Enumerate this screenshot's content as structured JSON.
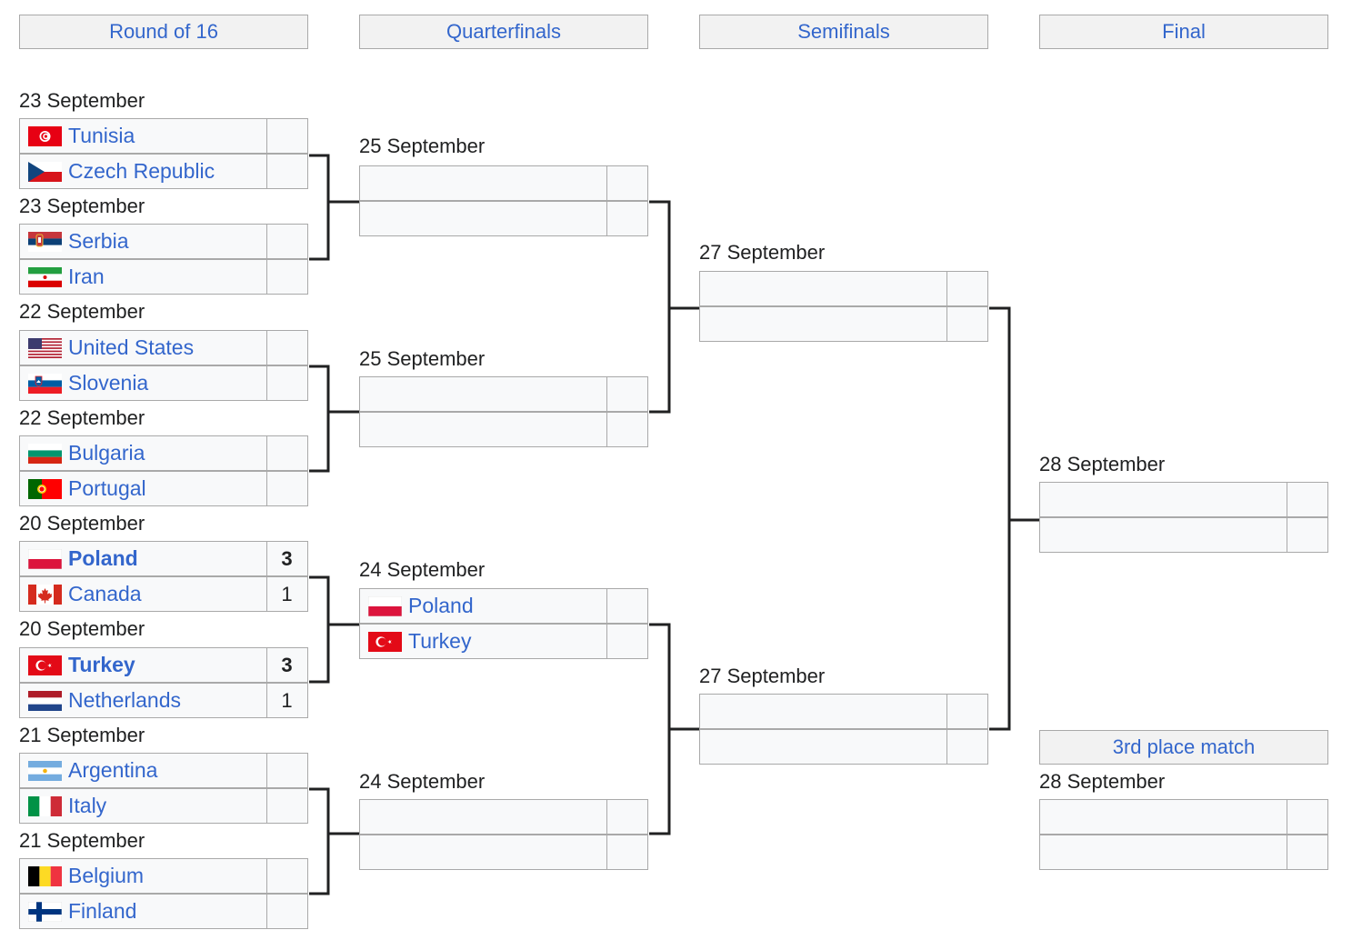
{
  "rounds": [
    "Round of 16",
    "Quarterfinals",
    "Semifinals",
    "Final"
  ],
  "third_place_label": "3rd place match",
  "round_of_16": [
    {
      "date": "23 September",
      "teams": [
        {
          "name": "Tunisia",
          "flag": "tunisia-flag-icon",
          "score": ""
        },
        {
          "name": "Czech Republic",
          "flag": "czech-flag-icon",
          "score": ""
        }
      ]
    },
    {
      "date": "23 September",
      "teams": [
        {
          "name": "Serbia",
          "flag": "serbia-flag-icon",
          "score": ""
        },
        {
          "name": "Iran",
          "flag": "iran-flag-icon",
          "score": ""
        }
      ]
    },
    {
      "date": "22 September",
      "teams": [
        {
          "name": "United States",
          "flag": "usa-flag-icon",
          "score": ""
        },
        {
          "name": "Slovenia",
          "flag": "slovenia-flag-icon",
          "score": ""
        }
      ]
    },
    {
      "date": "22 September",
      "teams": [
        {
          "name": "Bulgaria",
          "flag": "bulgaria-flag-icon",
          "score": ""
        },
        {
          "name": "Portugal",
          "flag": "portugal-flag-icon",
          "score": ""
        }
      ]
    },
    {
      "date": "20 September",
      "teams": [
        {
          "name": "Poland",
          "flag": "poland-flag-icon",
          "score": "3",
          "winner": true
        },
        {
          "name": "Canada",
          "flag": "canada-flag-icon",
          "score": "1"
        }
      ]
    },
    {
      "date": "20 September",
      "teams": [
        {
          "name": "Turkey",
          "flag": "turkey-flag-icon",
          "score": "3",
          "winner": true
        },
        {
          "name": "Netherlands",
          "flag": "netherlands-flag-icon",
          "score": "1"
        }
      ]
    },
    {
      "date": "21 September",
      "teams": [
        {
          "name": "Argentina",
          "flag": "argentina-flag-icon",
          "score": ""
        },
        {
          "name": "Italy",
          "flag": "italy-flag-icon",
          "score": ""
        }
      ]
    },
    {
      "date": "21 September",
      "teams": [
        {
          "name": "Belgium",
          "flag": "belgium-flag-icon",
          "score": ""
        },
        {
          "name": "Finland",
          "flag": "finland-flag-icon",
          "score": ""
        }
      ]
    }
  ],
  "quarterfinals": [
    {
      "date": "25 September",
      "teams": [
        {
          "name": "",
          "score": ""
        },
        {
          "name": "",
          "score": ""
        }
      ]
    },
    {
      "date": "25 September",
      "teams": [
        {
          "name": "",
          "score": ""
        },
        {
          "name": "",
          "score": ""
        }
      ]
    },
    {
      "date": "24 September",
      "teams": [
        {
          "name": "Poland",
          "flag": "poland-flag-icon",
          "score": ""
        },
        {
          "name": "Turkey",
          "flag": "turkey-flag-icon",
          "score": ""
        }
      ]
    },
    {
      "date": "24 September",
      "teams": [
        {
          "name": "",
          "score": ""
        },
        {
          "name": "",
          "score": ""
        }
      ]
    }
  ],
  "semifinals": [
    {
      "date": "27 September",
      "teams": [
        {
          "name": "",
          "score": ""
        },
        {
          "name": "",
          "score": ""
        }
      ]
    },
    {
      "date": "27 September",
      "teams": [
        {
          "name": "",
          "score": ""
        },
        {
          "name": "",
          "score": ""
        }
      ]
    }
  ],
  "final": [
    {
      "date": "28 September",
      "teams": [
        {
          "name": "",
          "score": ""
        },
        {
          "name": "",
          "score": ""
        }
      ]
    }
  ],
  "third_place": [
    {
      "date": "28 September",
      "teams": [
        {
          "name": "",
          "score": ""
        },
        {
          "name": "",
          "score": ""
        }
      ]
    }
  ],
  "colors": {
    "link": "#3366cc",
    "cell_bg": "#f8f9fa",
    "header_bg": "#f2f2f2",
    "border": "#a9a9a9",
    "line": "#202122"
  }
}
